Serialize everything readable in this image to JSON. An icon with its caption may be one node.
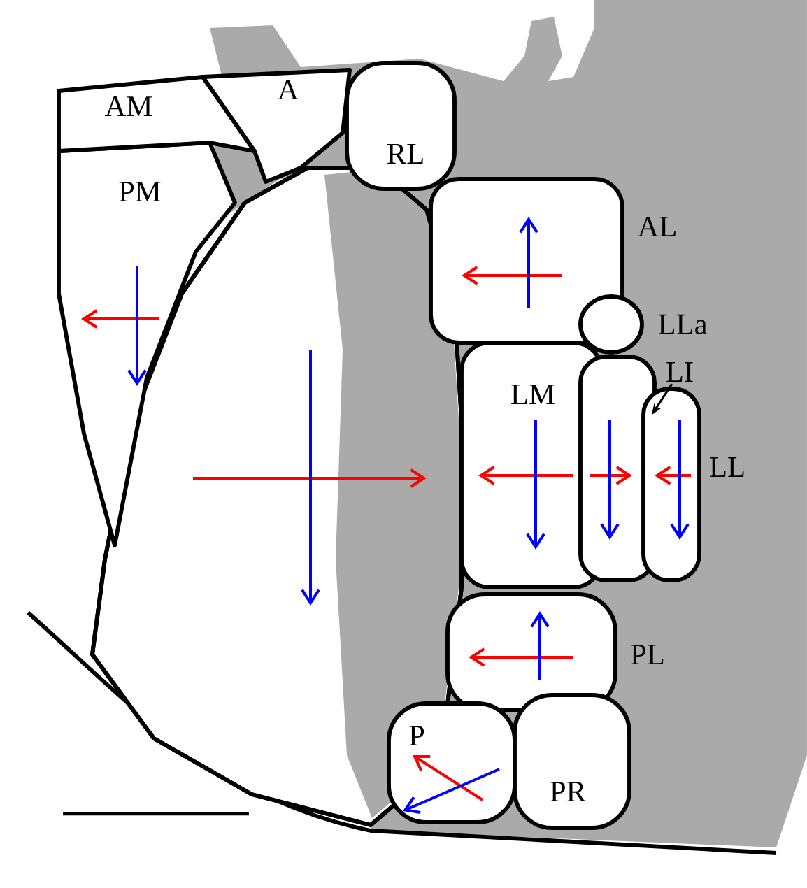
{
  "diagram": {
    "nodes": [
      {
        "text": [
          "AM"
        ]
      },
      {
        "text": [
          "A"
        ]
      },
      {
        "text": [
          "RL"
        ]
      },
      {
        "text": [
          "PM"
        ]
      },
      {
        "text": [],
        "shape": "box"
      },
      {
        "text": [
          "AL"
        ]
      },
      {
        "text": [
          "LLa"
        ]
      },
      {
        "text": [
          "LM"
        ]
      },
      {
        "text": [
          "LI"
        ]
      },
      {
        "text": [],
        "shape": "box"
      },
      {
        "text": [
          "LL"
        ]
      },
      {
        "text": [
          "PL"
        ]
      },
      {
        "text": [
          "P"
        ]
      },
      {
        "text": [
          "PR"
        ]
      }
    ],
    "edges": [
      {
        "from": 8,
        "to": 9,
        "arrow": "to"
      }
    ]
  }
}
